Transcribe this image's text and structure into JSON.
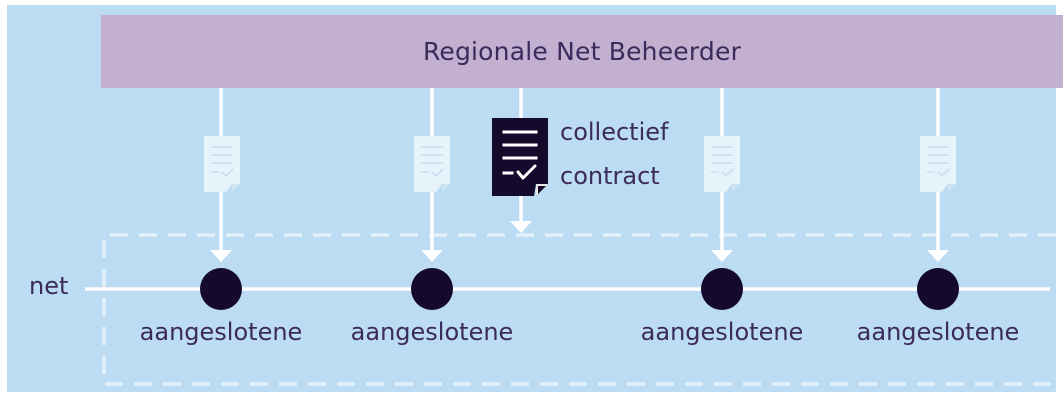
{
  "operator": {
    "name": "Regionale Net Beheerder"
  },
  "contract": {
    "line1": "collectief",
    "line2": "contract"
  },
  "network": {
    "label": "net"
  },
  "connected_parties": [
    {
      "label": "aangeslotene"
    },
    {
      "label": "aangeslotene"
    },
    {
      "label": "aangeslotene"
    },
    {
      "label": "aangeslotene"
    }
  ],
  "colors": {
    "background": "#bcdcf3",
    "operator_bar": "#c3afd0",
    "text": "#3b2a5c",
    "node": "#150a2b",
    "line": "#ffffff",
    "faded_document": "#e7f3fb",
    "contract_document": "#150a2b"
  },
  "icons": {
    "individual_contract": "document-icon",
    "collective_contract": "checked-document-icon"
  }
}
